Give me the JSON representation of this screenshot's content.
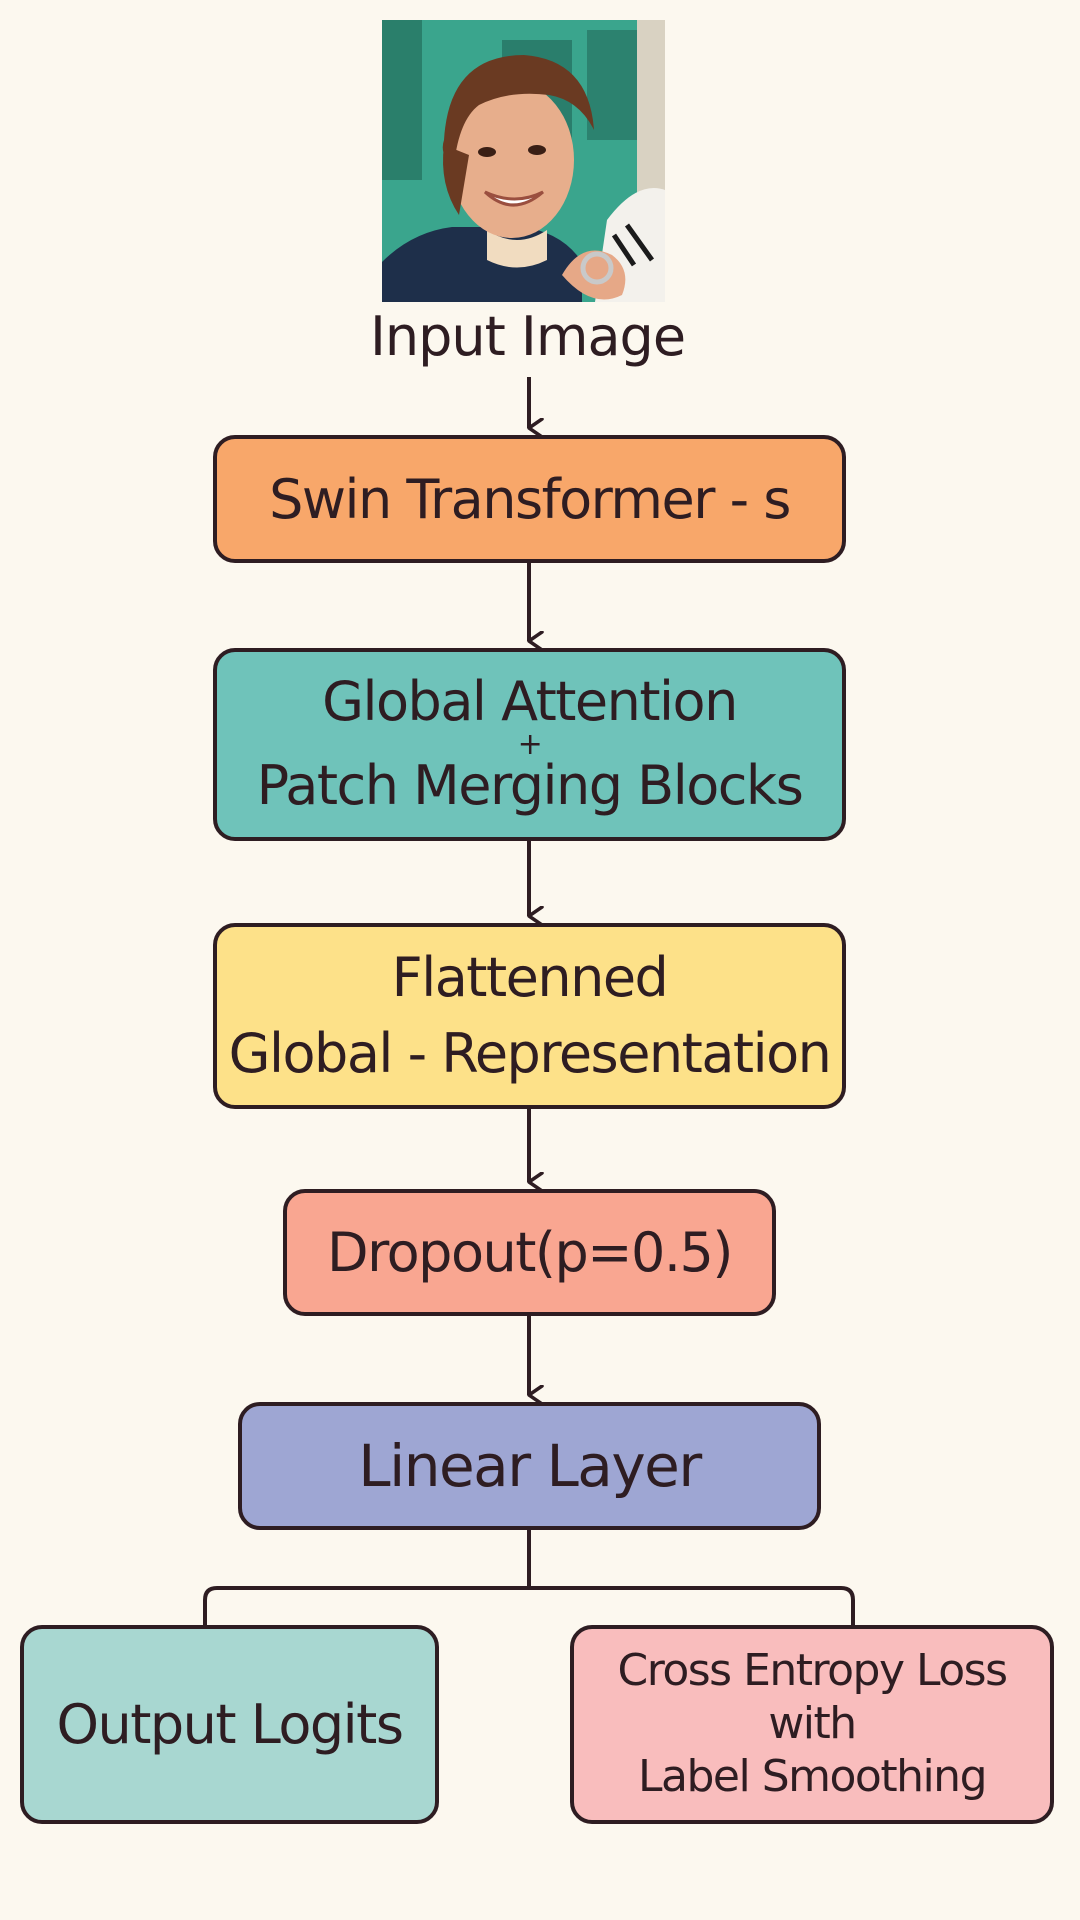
{
  "input": {
    "caption": "Input Image"
  },
  "nodes": {
    "swin": "Swin Transformer - s",
    "attention": {
      "line1": "Global Attention",
      "plus": "+",
      "line2": "Patch Merging Blocks"
    },
    "flatten": {
      "line1": "Flattenned",
      "line2": "Global - Representation"
    },
    "dropout": "Dropout(p=0.5)",
    "linear": "Linear Layer",
    "logits": "Output Logits",
    "loss": {
      "line1": "Cross Entropy Loss",
      "line2": "with",
      "line3": "Label Smoothing"
    }
  },
  "colors": {
    "background": "#fcf8ef",
    "stroke": "#2e1d22",
    "swin": "#f8a76a",
    "attention": "#6fc3ba",
    "flatten": "#fde189",
    "dropout": "#f9a691",
    "linear": "#9ea6d3",
    "logits": "#a8d7d1",
    "loss": "#f9bdbd"
  }
}
